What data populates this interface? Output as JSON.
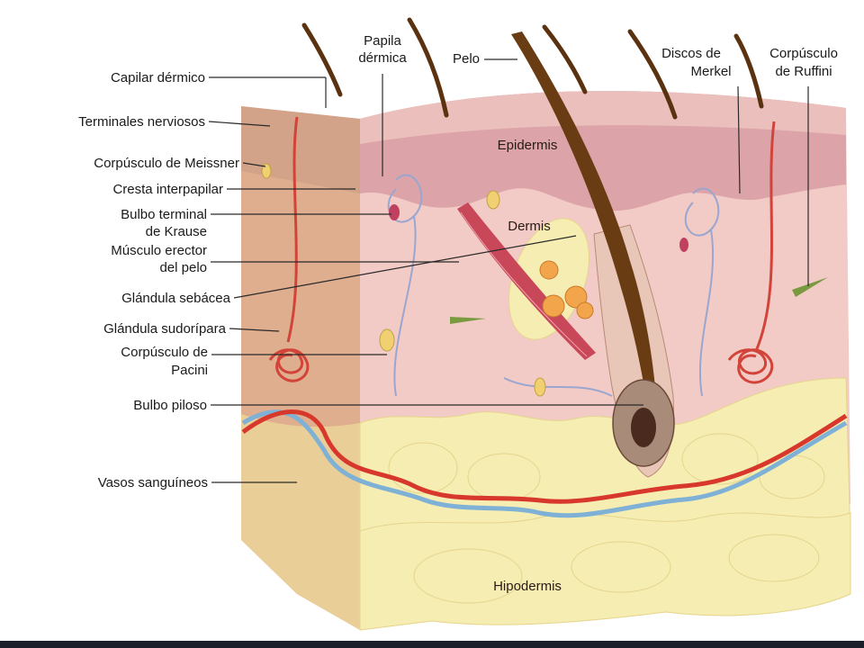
{
  "labels": {
    "capilar_dermico": "Capilar dérmico",
    "terminales_nerviosos": "Terminales nerviosos",
    "corpusculo_meissner": "Corpúsculo de Meissner",
    "cresta_interpapilar": "Cresta interpapilar",
    "bulbo_krause_1": "Bulbo terminal",
    "bulbo_krause_2": "de Krause",
    "musculo_erector_1": "Músculo erector",
    "musculo_erector_2": "del pelo",
    "glandula_sebacea": "Glándula sebácea",
    "glandula_sudoripara": "Glándula sudorípara",
    "pacini_1": "Corpúsculo de",
    "pacini_2": "Pacini",
    "bulbo_piloso": "Bulbo piloso",
    "vasos_sanguineos": "Vasos sanguíneos",
    "papila_1": "Papila",
    "papila_2": "dérmica",
    "pelo": "Pelo",
    "merkel_1": "Discos de",
    "merkel_2": "Merkel",
    "ruffini_1": "Corpúsculo",
    "ruffini_2": "de Ruffini",
    "epidermis": "Epidermis",
    "dermis": "Dermis",
    "hipodermis": "Hipodermis"
  },
  "colors": {
    "epidermis": "#e7b2b0",
    "epidermis_dark": "#d39aa0",
    "dermis": "#f2c9c5",
    "side_face": "#e0b08f",
    "hypodermis_fat": "#f4ecb0",
    "artery": "#d8382c",
    "vein": "#7fb1d6",
    "hair": "#6a3c14"
  }
}
